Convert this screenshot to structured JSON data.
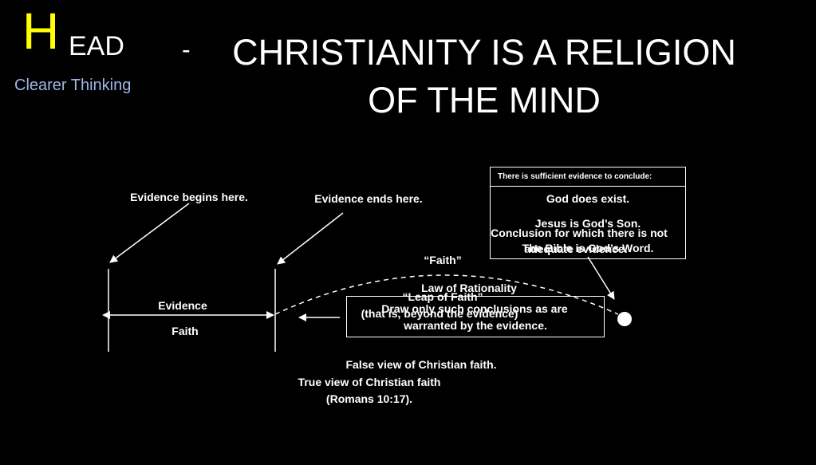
{
  "header": {
    "logo_letter": "H",
    "logo_rest": "EAD",
    "logo_subtitle": "Clearer Thinking",
    "dash": "-",
    "title_line1": "CHRISTIANITY IS A RELIGION",
    "title_line2": "OF THE MIND"
  },
  "colors": {
    "background": "#000000",
    "logo_h": "#ffff00",
    "subtitle": "#9fb6e8",
    "text": "#ffffff"
  },
  "diagram": {
    "evidence_begins": "Evidence begins here.",
    "evidence_ends": "Evidence ends here.",
    "evidence_label": "Evidence",
    "faith_label": "Faith",
    "faith_quote": "“Faith”",
    "law_title": "Law of Rationality",
    "law_text_1": "Draw only such conclusions as are",
    "law_text_2": "warranted by the evidence.",
    "leap_1": "“Leap of Faith”",
    "leap_2": "(that is, beyond the evidence)",
    "conclusion_1": "Conclusion for which there is not",
    "conclusion_2": "adequate evidence.",
    "sufficient_header": "There is sufficient evidence to conclude:",
    "sufficient_items": [
      "God does exist.",
      "Jesus is God’s Son.",
      "The Bible is God’s Word."
    ],
    "false_view": "False view of Christian faith.",
    "true_view_1": "True view of Christian faith",
    "true_view_2": "(Romans 10:17)."
  }
}
